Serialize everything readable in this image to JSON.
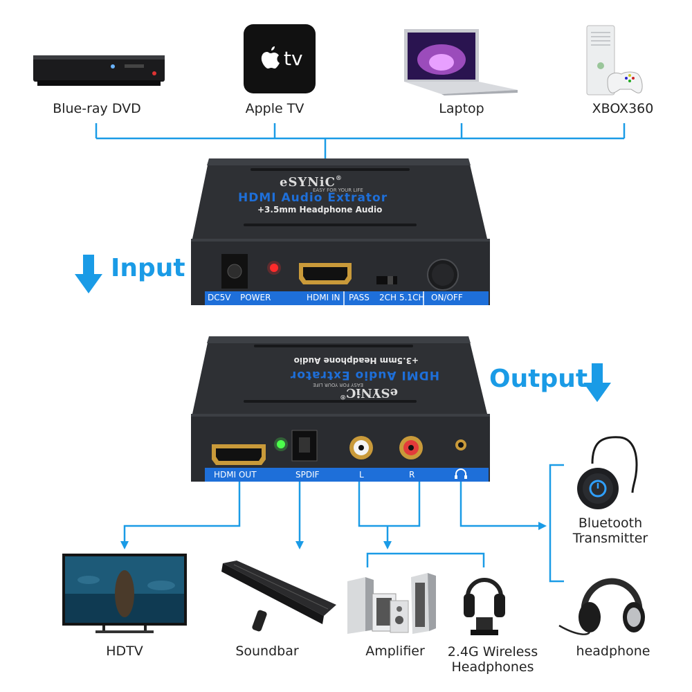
{
  "sources": [
    {
      "id": "dvd",
      "label": "Blue-ray DVD",
      "icon": "bluray-player-icon"
    },
    {
      "id": "appletv",
      "label": "Apple TV",
      "icon": "apple-tv-icon",
      "logo_text": "tv"
    },
    {
      "id": "laptop",
      "label": "Laptop",
      "icon": "laptop-icon"
    },
    {
      "id": "xbox",
      "label": "XBOX360",
      "icon": "xbox360-icon"
    }
  ],
  "input_label": "Input",
  "output_label": "Output",
  "device": {
    "brand": "eSYNiC",
    "reg": "®",
    "tagline": "EASY FOR YOUR LIFE",
    "title": "HDMI Audio Extrator",
    "subtitle": "+3.5mm Headphone Audio"
  },
  "input_panel": {
    "dc": "DC5V",
    "power": "POWER",
    "hdmi_in": "HDMI IN",
    "pass": "PASS",
    "ch2": "2CH",
    "ch51": "5.1CH",
    "onoff": "ON/OFF"
  },
  "output_panel": {
    "hdmi_out": "HDMI OUT",
    "spdif": "SPDIF",
    "left": "L",
    "right": "R"
  },
  "outputs": [
    {
      "id": "hdtv",
      "label": "HDTV",
      "icon": "hdtv-icon"
    },
    {
      "id": "soundbar",
      "label": "Soundbar",
      "icon": "soundbar-icon"
    },
    {
      "id": "amplifier",
      "label": "Amplifier",
      "icon": "amplifier-icon"
    },
    {
      "id": "wireless",
      "label_line1": "2.4G Wireless",
      "label_line2": "Headphones",
      "icon": "wireless-headphones-icon"
    },
    {
      "id": "bt",
      "label_line1": "Bluetooth",
      "label_line2": "Transmitter",
      "icon": "bluetooth-transmitter-icon"
    },
    {
      "id": "headphone",
      "label": "headphone",
      "icon": "headphone-icon"
    }
  ],
  "colors": {
    "line": "#1a9be6",
    "panel": "#1e6fd9",
    "device": "#2a2c30"
  }
}
